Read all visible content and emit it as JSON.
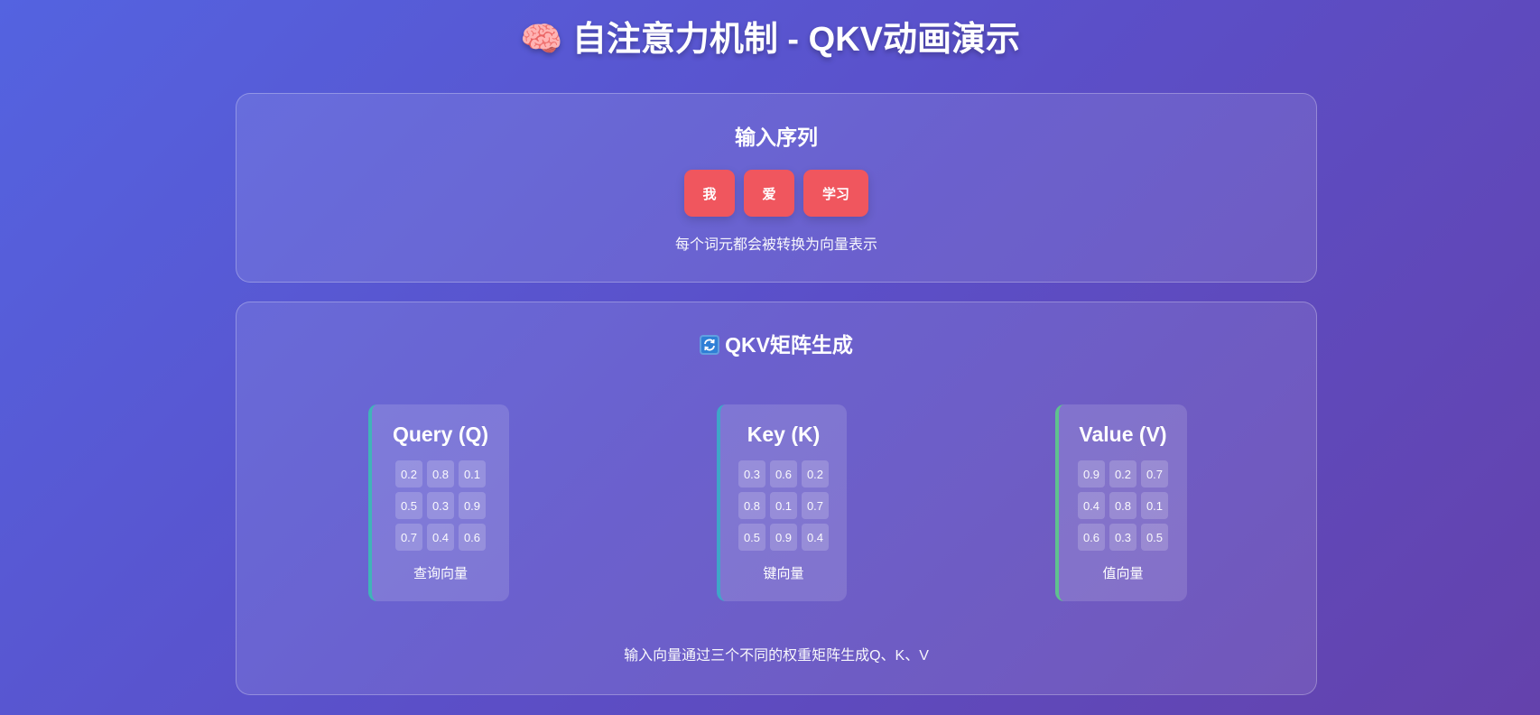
{
  "page": {
    "title": "🧠 自注意力机制 - QKV动画演示"
  },
  "input_section": {
    "heading": "输入序列",
    "tokens": [
      "我",
      "爱",
      "学习"
    ],
    "note": "每个词元都会被转换为向量表示"
  },
  "qkv_section": {
    "heading": "QKV矩阵生成",
    "heading_icon": "sync-arrows-icon",
    "cards": [
      {
        "title": "Query (Q)",
        "caption": "查询向量",
        "accent": "#40b4b8",
        "matrix": [
          [
            "0.2",
            "0.8",
            "0.1"
          ],
          [
            "0.5",
            "0.3",
            "0.9"
          ],
          [
            "0.7",
            "0.4",
            "0.6"
          ]
        ]
      },
      {
        "title": "Key (K)",
        "caption": "键向量",
        "accent": "#3fa6c8",
        "matrix": [
          [
            "0.3",
            "0.6",
            "0.2"
          ],
          [
            "0.8",
            "0.1",
            "0.7"
          ],
          [
            "0.5",
            "0.9",
            "0.4"
          ]
        ]
      },
      {
        "title": "Value (V)",
        "caption": "值向量",
        "accent": "#5fc18f",
        "matrix": [
          [
            "0.9",
            "0.2",
            "0.7"
          ],
          [
            "0.4",
            "0.8",
            "0.1"
          ],
          [
            "0.6",
            "0.3",
            "0.5"
          ]
        ]
      }
    ],
    "note": "输入向量通过三个不同的权重矩阵生成Q、K、V"
  },
  "colors": {
    "token_background": "#f0565e",
    "background_start": "#5463e0",
    "background_end": "#6442ac"
  }
}
